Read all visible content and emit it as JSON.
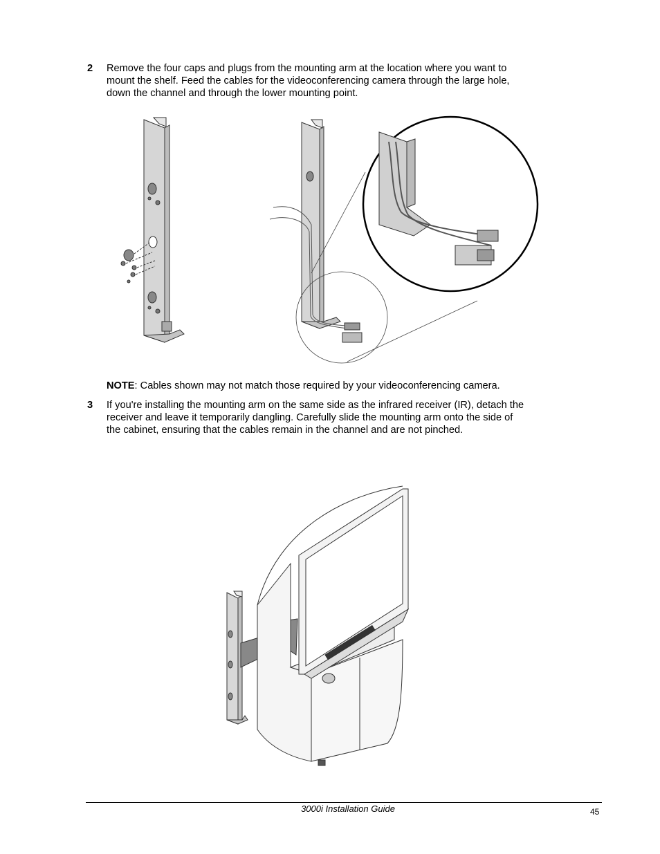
{
  "steps": [
    {
      "number": "2",
      "text": "Remove the four caps and plugs from the mounting arm at the location where you want to mount the shelf. Feed the cables for the videoconferencing camera through the large hole, down the channel and through the lower mounting point."
    },
    {
      "number": "3",
      "text": "If you're installing the mounting arm on the same side as the infrared receiver (IR), detach the receiver and leave it temporarily dangling. Carefully slide the mounting arm onto the side of the cabinet, ensuring that the cables remain in the channel and are not pinched."
    }
  ],
  "note": {
    "label": "NOTE",
    "text": ": Cables shown may not match those required by your videoconferencing camera."
  },
  "footer": {
    "title": "3000i Installation Guide",
    "page_number": "45"
  }
}
